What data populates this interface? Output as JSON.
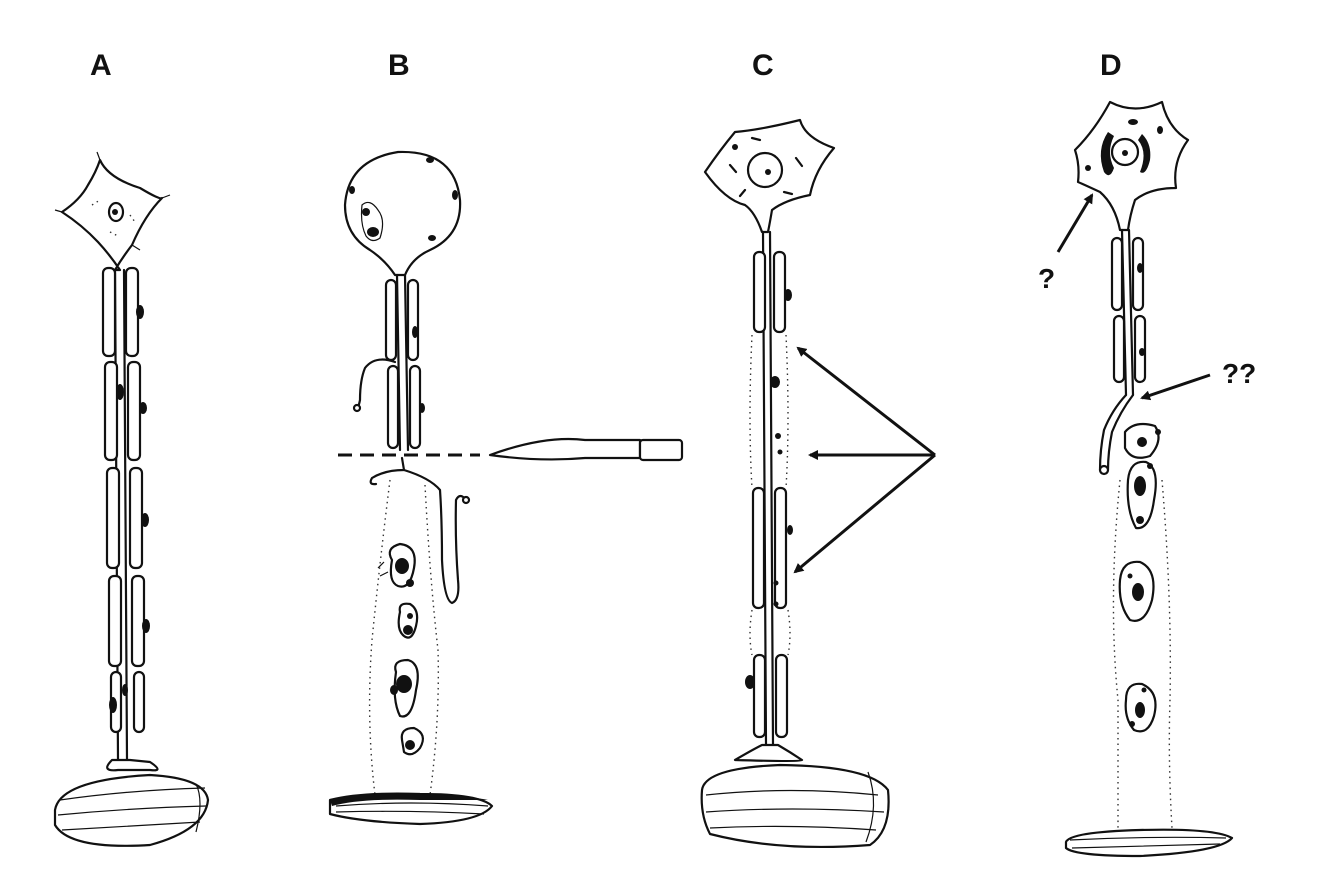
{
  "panels": {
    "a": {
      "label": "A"
    },
    "b": {
      "label": "B"
    },
    "c": {
      "label": "C"
    },
    "d": {
      "label": "D"
    }
  },
  "annotations": {
    "question_single": "?",
    "question_double": "??"
  }
}
